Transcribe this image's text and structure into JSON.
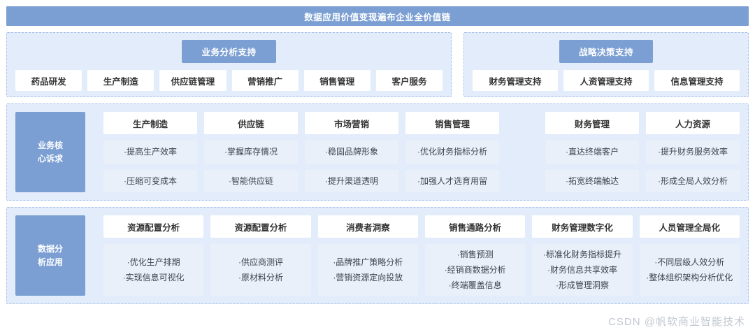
{
  "title_bar": {
    "text": "数据应用价值变现遍布企业全价值链"
  },
  "row_support": {
    "left": {
      "caption": "业务分析支持",
      "chips": [
        {
          "label": "药品研发"
        },
        {
          "label": "生产制造"
        },
        {
          "label": "供应链管理"
        },
        {
          "label": "营销推广"
        },
        {
          "label": "销售管理"
        },
        {
          "label": "客户服务"
        }
      ]
    },
    "right": {
      "caption": "战略决策支持",
      "chips": [
        {
          "label": "财务管理支持"
        },
        {
          "label": "人资管理支持"
        },
        {
          "label": "信息管理支持"
        }
      ]
    }
  },
  "row_core": {
    "side_label": "业务核\n心诉求",
    "columns": [
      {
        "head": "生产制造",
        "items_1": [
          "·提高生产效率"
        ],
        "items_2": [
          "·压缩可变成本"
        ]
      },
      {
        "head": "供应链",
        "items_1": [
          "·掌握库存情况"
        ],
        "items_2": [
          "·智能供应链"
        ]
      },
      {
        "head": "市场营销",
        "items_1": [
          "·稳固品牌形象"
        ],
        "items_2": [
          "·提升渠道透明"
        ]
      },
      {
        "head": "销售管理",
        "items_1": [
          "·优化财务指标分析"
        ],
        "items_2": [
          "·加强人才选育用留"
        ]
      },
      {
        "head": "财务管理",
        "items_1": [
          "·直达终端客户"
        ],
        "items_2": [
          "·拓宽终端触达"
        ]
      },
      {
        "head": "人力资源",
        "items_1": [
          "·提升财务服务效率"
        ],
        "items_2": [
          "·形成全局人效分析"
        ]
      }
    ]
  },
  "row_apps": {
    "side_label": "数据分\n析应用",
    "columns": [
      {
        "head": "资源配置分析",
        "items": [
          "·优化生产排期",
          "·实现信息可视化"
        ]
      },
      {
        "head": "资源配置分析",
        "items": [
          "·供应商测评",
          "·原材料分析"
        ]
      },
      {
        "head": "消费者洞察",
        "items": [
          "·品牌推广策略分析",
          "·营销资源定向投放"
        ]
      },
      {
        "head": "销售通路分析",
        "items": [
          "·销售预测",
          "·经销商数据分析",
          "·终端覆盖信息"
        ]
      },
      {
        "head": "财务管理数字化",
        "items": [
          "·标准化财务指标提升",
          "·财务信息共享效率",
          "·形成管理洞察"
        ]
      },
      {
        "head": "人员管理全局化",
        "items": [
          "·不同层级人效分析",
          "·整体组织架构分析优化"
        ]
      }
    ]
  },
  "watermark": {
    "text": "CSDN @帆软商业智能技术"
  },
  "colors": {
    "accent_blue": "#7b9fd3",
    "panel_bg": "#e3ecfa",
    "panel_border": "#a9c3e8",
    "card_bg": "#ffffff",
    "sub_bg": "#eaf0f9",
    "text": "#333333"
  }
}
